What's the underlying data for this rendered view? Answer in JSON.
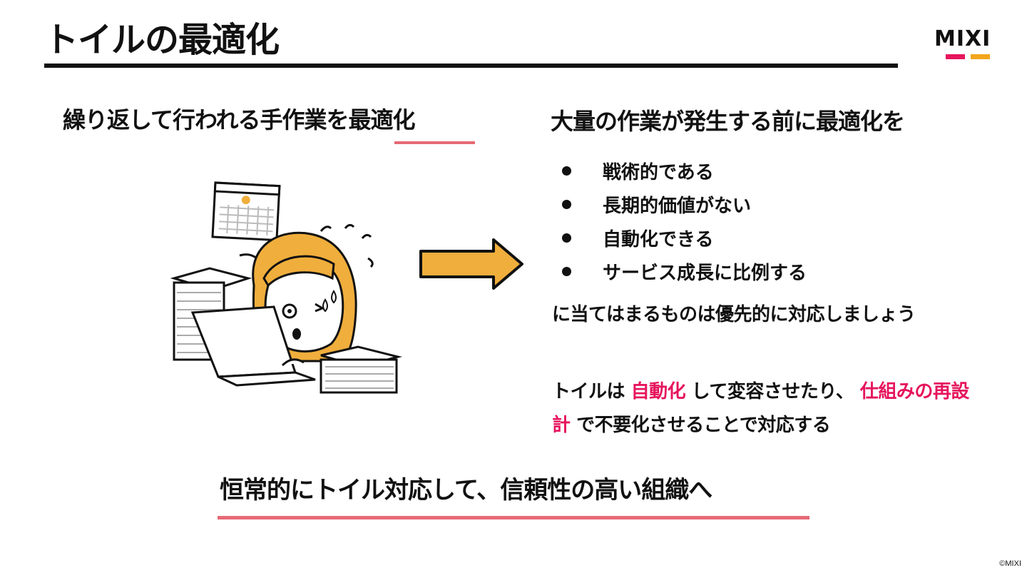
{
  "header": {
    "title": "トイルの最適化",
    "logo_text": "MIXI"
  },
  "left": {
    "heading": "繰り返して行われる手作業を最適化"
  },
  "right": {
    "heading": "大量の作業が発生する前に最適化を",
    "bullets": [
      "戦術的である",
      "長期的価値がない",
      "自動化できる",
      "サービス成長に比例する"
    ],
    "para1": "に当てはまるものは優先的に対応しましょう",
    "para2": {
      "part1": "トイルは ",
      "hl1": "自動化",
      "part2": " して変容させたり、 ",
      "hl2": "仕組みの再設計",
      "part3": " で不要化させることで対応する"
    }
  },
  "footer": {
    "statement": "恒常的にトイル対応して、信頼性の高い組織へ",
    "copyright": "©MIXI"
  },
  "colors": {
    "accent_pink": "#e6155d",
    "underline": "#e66a76",
    "arrow_fill": "#f0ae3c",
    "logo_yellow": "#f3a61c"
  }
}
